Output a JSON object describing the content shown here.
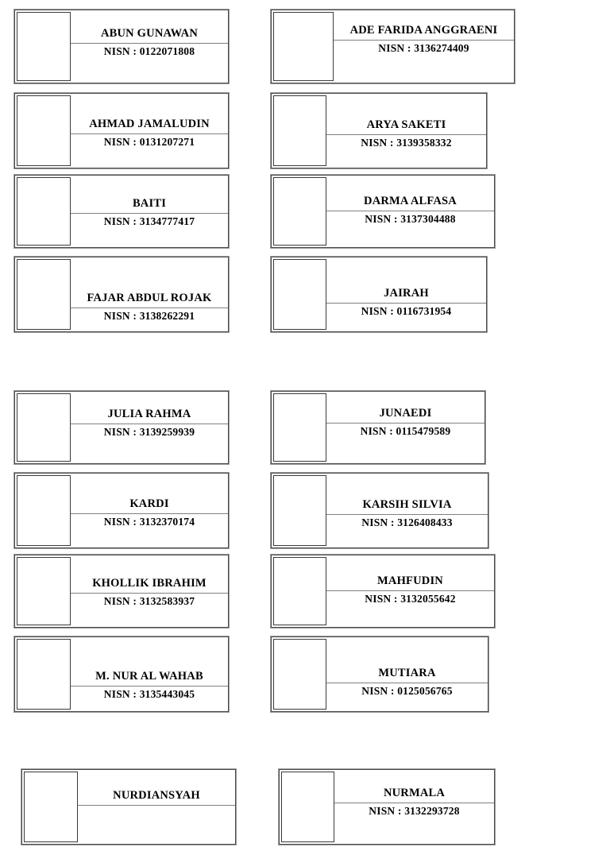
{
  "document": {
    "type": "student-id-card-sheet",
    "nisn_label": "NISN :",
    "columns": 2,
    "rows_per_group": 4,
    "groups": [
      {
        "group_index": 1,
        "cards": [
          {
            "name": "ABUN GUNAWAN",
            "nisn_line": "NISN : 0122071808",
            "nisn": "0122071808",
            "column": "left",
            "row": 1
          },
          {
            "name": "ADE FARIDA ANGGRAENI",
            "nisn_line": "NISN : 3136274409",
            "nisn": "3136274409",
            "column": "right",
            "row": 1
          },
          {
            "name": "AHMAD JAMALUDIN",
            "nisn_line": "NISN : 0131207271",
            "nisn": "0131207271",
            "column": "left",
            "row": 2
          },
          {
            "name": "ARYA SAKETI",
            "nisn_line": "NISN : 3139358332",
            "nisn": "3139358332",
            "column": "right",
            "row": 2
          },
          {
            "name": "BAITI",
            "nisn_line": "NISN : 3134777417",
            "nisn": "3134777417",
            "column": "left",
            "row": 3
          },
          {
            "name": "DARMA ALFASA",
            "nisn_line": "NISN : 3137304488",
            "nisn": "3137304488",
            "column": "right",
            "row": 3
          },
          {
            "name": "FAJAR ABDUL ROJAK",
            "nisn_line": "NISN : 3138262291",
            "nisn": "3138262291",
            "column": "left",
            "row": 4
          },
          {
            "name": "JAIRAH",
            "nisn_line": "NISN : 0116731954",
            "nisn": "0116731954",
            "column": "right",
            "row": 4
          }
        ]
      },
      {
        "group_index": 2,
        "cards": [
          {
            "name": "JULIA RAHMA",
            "nisn_line": "NISN : 3139259939",
            "nisn": "3139259939",
            "column": "left",
            "row": 1
          },
          {
            "name": "JUNAEDI",
            "nisn_line": "NISN : 0115479589",
            "nisn": "0115479589",
            "column": "right",
            "row": 1
          },
          {
            "name": "KARDI",
            "nisn_line": "NISN : 3132370174",
            "nisn": "3132370174",
            "column": "left",
            "row": 2
          },
          {
            "name": "KARSIH SILVIA",
            "nisn_line": "NISN : 3126408433",
            "nisn": "3126408433",
            "column": "right",
            "row": 2
          },
          {
            "name": "KHOLLIK IBRAHIM",
            "nisn_line": "NISN : 3132583937",
            "nisn": "3132583937",
            "column": "left",
            "row": 3
          },
          {
            "name": "MAHFUDIN",
            "nisn_line": "NISN : 3132055642",
            "nisn": "3132055642",
            "column": "right",
            "row": 3
          },
          {
            "name": "M. NUR AL WAHAB",
            "nisn_line": "NISN : 3135443045",
            "nisn": "3135443045",
            "column": "left",
            "row": 4
          },
          {
            "name": "MUTIARA",
            "nisn_line": "NISN : 0125056765",
            "nisn": "0125056765",
            "column": "right",
            "row": 4
          }
        ]
      },
      {
        "group_index": 3,
        "cards": [
          {
            "name": "NURDIANSYAH",
            "nisn_line": "",
            "nisn": "",
            "column": "left",
            "row": 1
          },
          {
            "name": "NURMALA",
            "nisn_line": "NISN : 3132293728",
            "nisn": "3132293728",
            "column": "right",
            "row": 1
          }
        ]
      }
    ]
  },
  "colors": {
    "page_background": "#ffffff",
    "card_border": "#4a4a4a",
    "card_border_outer": "#9a9a9a",
    "photo_border": "#3a3a3a",
    "divider": "#808080",
    "text": "#000000"
  }
}
